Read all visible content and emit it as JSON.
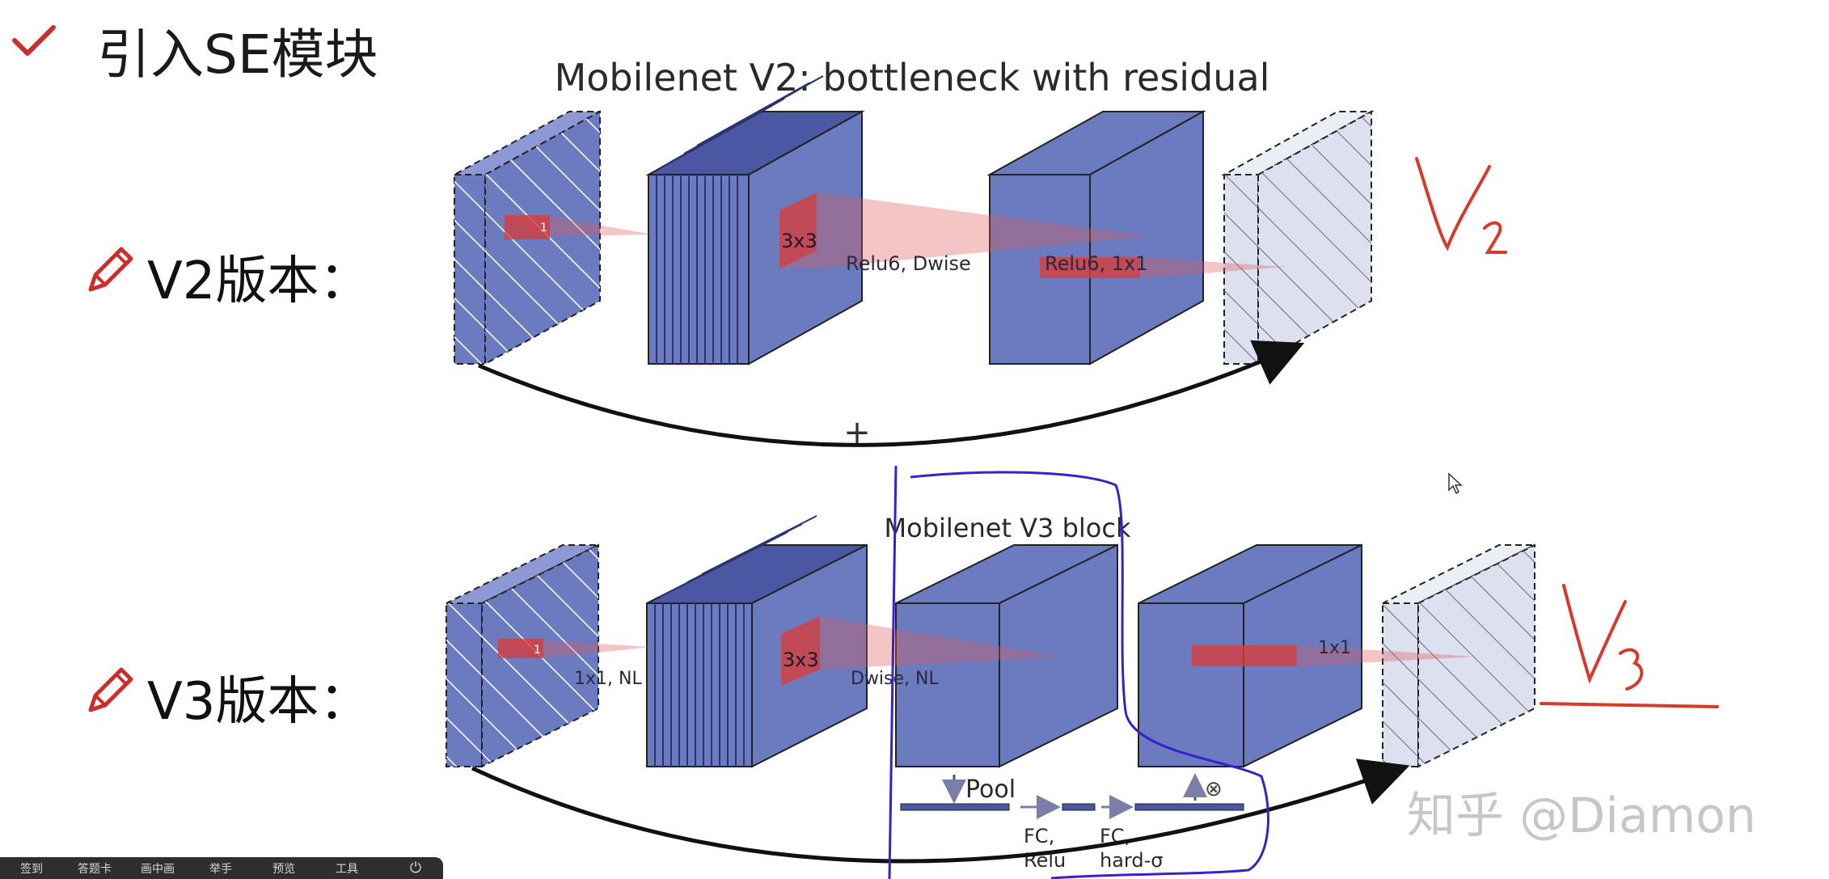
{
  "slide": {
    "title": "引入SE模块"
  },
  "labels": {
    "v2": "V2版本：",
    "v3": "V3版本："
  },
  "v2_block": {
    "title": "Mobilenet V2: bottleneck with residual",
    "kernel_label": "3x3",
    "op1_label": "Relu6, Dwise",
    "op2_label": "Relu6, 1x1",
    "small_label": "1",
    "plus": "+"
  },
  "v3_block": {
    "title": "Mobilenet V3 block",
    "kernel_label": "3x3",
    "op0_label": "1x1, NL",
    "op1_label": "Dwise, NL",
    "op2_label": "1x1",
    "small_label": "1",
    "pool_label": "Pool",
    "fc1_label_a": "FC,",
    "fc1_label_b": "Relu",
    "fc2_label_a": "FC,",
    "fc2_label_b": "hard-σ",
    "mult_symbol": "⊗"
  },
  "handwriting": {
    "v2": "V2",
    "v3": "V3"
  },
  "watermark": {
    "text": "知乎 @Diamon"
  },
  "toolbar": {
    "items": [
      "签到",
      "答题卡",
      "画中画",
      "举手",
      "预览",
      "工具"
    ],
    "power": "⏻"
  },
  "colors": {
    "block_fill": "#6b7bbf",
    "block_dark": "#4a58a3",
    "block_light": "#8c99d4",
    "hatch_fill": "#dde0ee",
    "highlight": "#e05a5a",
    "ink_red": "#d63a2a",
    "ink_blue": "#3a20c8"
  }
}
